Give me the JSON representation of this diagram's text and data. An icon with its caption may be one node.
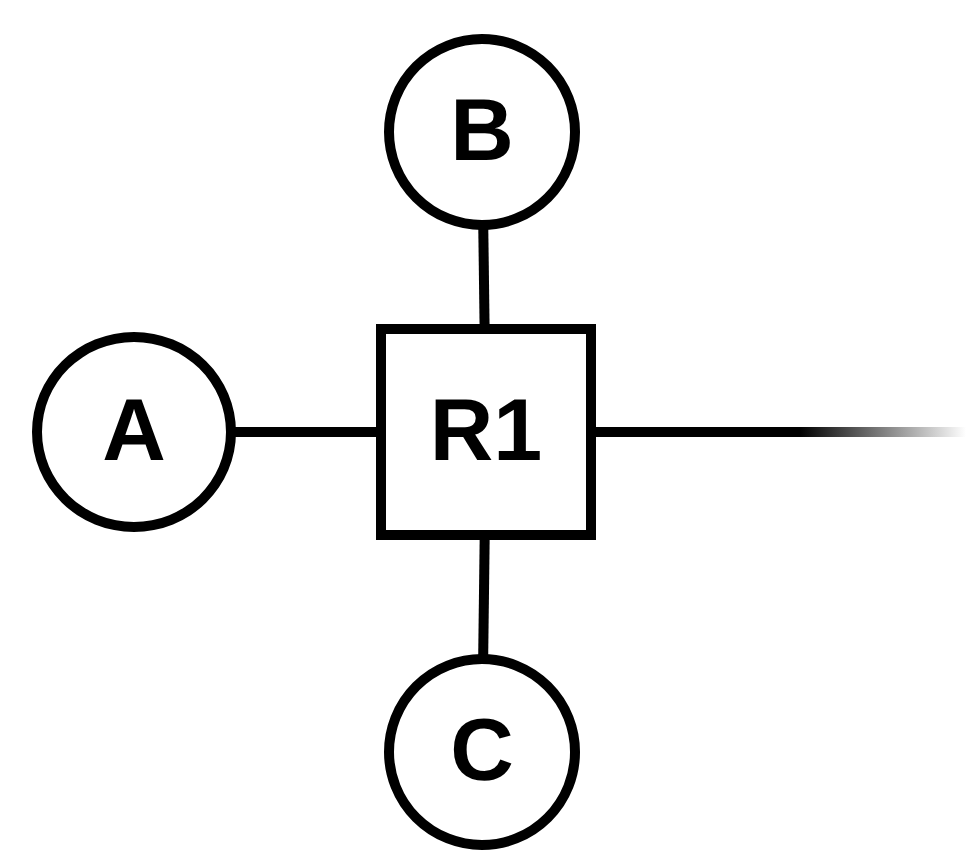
{
  "diagram": {
    "nodes": [
      {
        "text": [
          "B"
        ]
      },
      {
        "text": [
          "A"
        ]
      },
      {
        "text": [
          "R1"
        ]
      },
      {
        "text": [
          "C"
        ]
      }
    ],
    "edges": [
      {
        "from": 0,
        "to": 2,
        "arrow": "none"
      },
      {
        "from": 1,
        "to": 2,
        "arrow": "none"
      },
      {
        "from": 3,
        "to": 2,
        "arrow": "none"
      },
      {
        "from": 2,
        "to": null,
        "arrow": "none"
      }
    ]
  }
}
